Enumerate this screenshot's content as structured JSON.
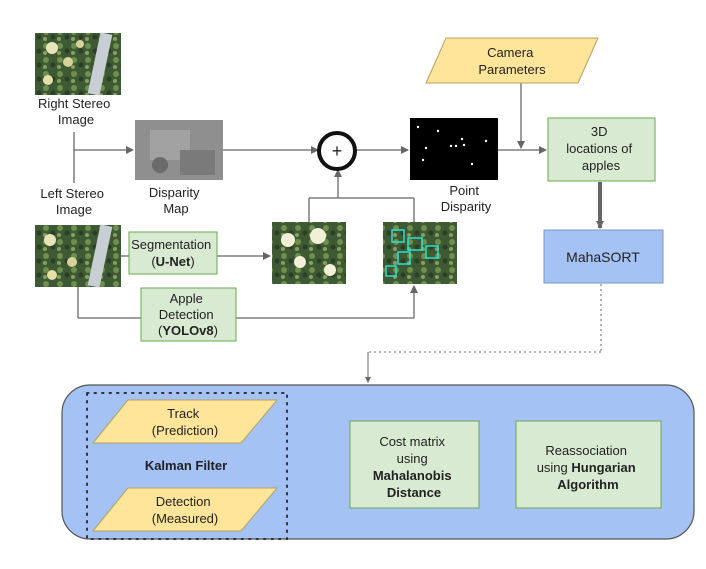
{
  "inputs": {
    "right_stereo": [
      "Right Stereo",
      "Image"
    ],
    "left_stereo": [
      "Left Stereo",
      "Image"
    ],
    "camera_parameters": [
      "Camera",
      "Parameters"
    ]
  },
  "nodes": {
    "disparity_map": [
      "Disparity",
      "Map"
    ],
    "point_disparity": [
      "Point",
      "Disparity"
    ],
    "locations_3d": [
      "3D",
      "locations of",
      "apples"
    ],
    "mahasort": "MahaSORT",
    "segmentation": {
      "line1": "Segmentation",
      "open": "(",
      "bold": "U-Net",
      "close": ")"
    },
    "apple_detection": {
      "line1": "Apple",
      "line2": "Detection",
      "open": "(",
      "bold": "YOLOv8",
      "close": ")"
    },
    "plus_symbol": "+"
  },
  "tracker": {
    "track": [
      "Track",
      "(Prediction)"
    ],
    "detection": [
      "Detection",
      "(Measured)"
    ],
    "kalman_filter": "Kalman Filter",
    "cost_matrix": {
      "plain": [
        "Cost matrix",
        "using"
      ],
      "bold": [
        "Mahalanobis",
        "Distance"
      ]
    },
    "reassociation": {
      "plain1": "Reassociation",
      "plain2": "using ",
      "bold2": "Hungarian",
      "bold3": "Algorithm"
    }
  },
  "colors": {
    "green_fill": "#d9ead3",
    "green_stroke": "#6aa84f",
    "blue_fill": "#a4c2f4",
    "yellow_fill": "#ffe599",
    "panel_fill": "#a4c2f4",
    "arrow": "#666666"
  },
  "icons": [
    "right-stereo-photo",
    "disparity-map-photo",
    "point-disparity-photo",
    "left-stereo-photo",
    "segmentation-output-photo",
    "detection-output-photo"
  ]
}
